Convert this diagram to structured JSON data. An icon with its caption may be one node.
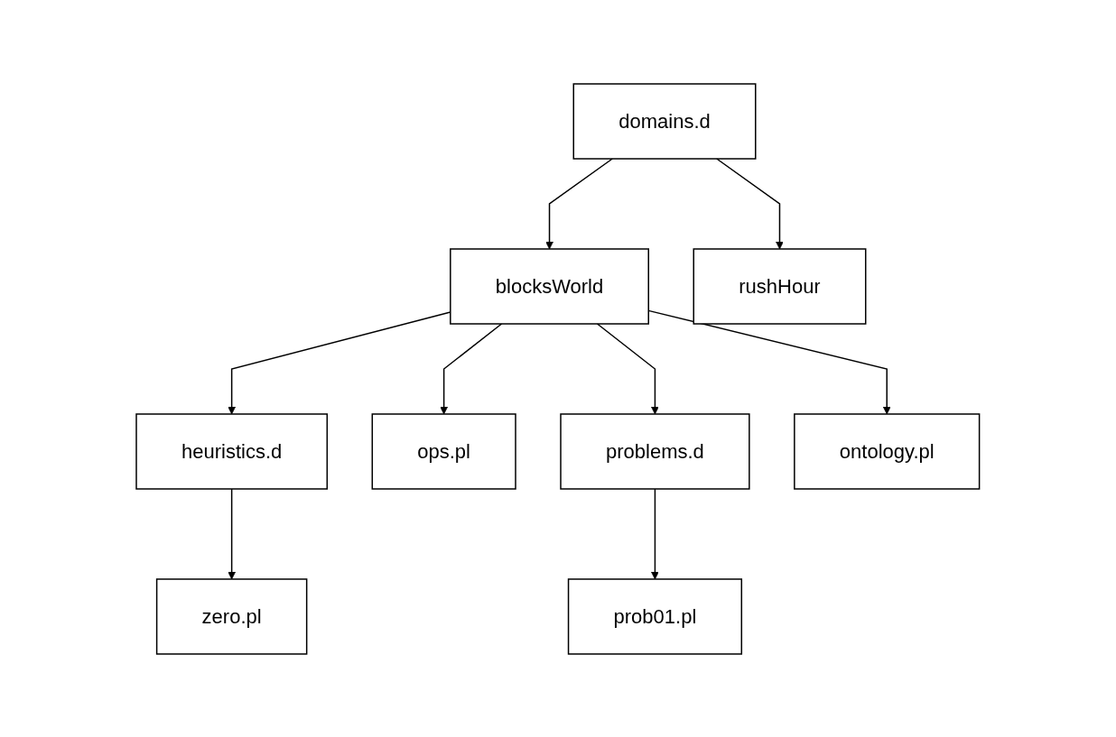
{
  "diagram": {
    "nodes": [
      {
        "text": [
          "domains.d"
        ]
      },
      {
        "text": [
          "blocksWorld"
        ]
      },
      {
        "text": [
          "rushHour"
        ]
      },
      {
        "text": [
          "heuristics.d"
        ]
      },
      {
        "text": [
          "ops.pl"
        ]
      },
      {
        "text": [
          "problems.d"
        ]
      },
      {
        "text": [
          "ontology.pl"
        ]
      },
      {
        "text": [
          "zero.pl"
        ]
      },
      {
        "text": [
          "prob01.pl"
        ]
      }
    ],
    "edges": [
      {
        "from": 0,
        "to": 1,
        "arrow": "to"
      },
      {
        "from": 0,
        "to": 2,
        "arrow": "to"
      },
      {
        "from": 1,
        "to": 3,
        "arrow": "to"
      },
      {
        "from": 1,
        "to": 4,
        "arrow": "to"
      },
      {
        "from": 1,
        "to": 5,
        "arrow": "to"
      },
      {
        "from": 1,
        "to": 6,
        "arrow": "to"
      },
      {
        "from": 3,
        "to": 7,
        "arrow": "to"
      },
      {
        "from": 5,
        "to": 8,
        "arrow": "to"
      }
    ]
  }
}
